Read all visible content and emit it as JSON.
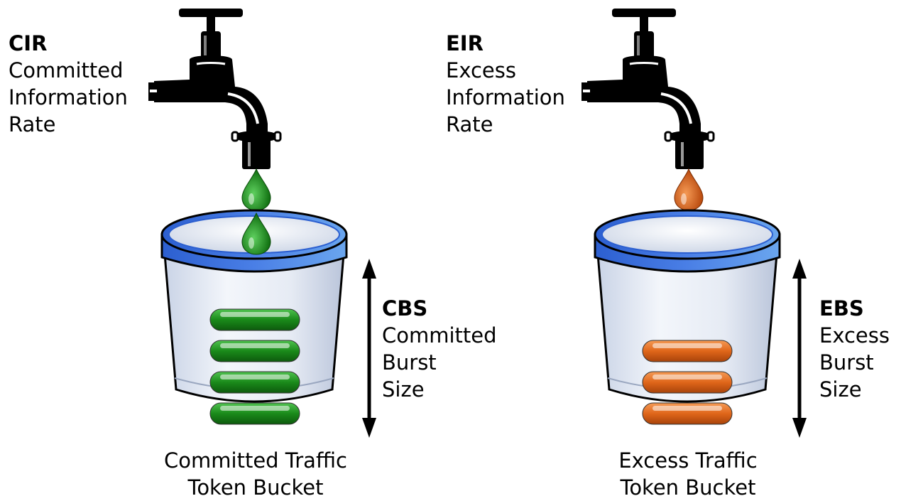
{
  "committed": {
    "rate_label": {
      "abbr": "CIR",
      "lines": [
        "Committed",
        "Information",
        "Rate"
      ]
    },
    "burst_label": {
      "abbr": "CBS",
      "lines": [
        "Committed",
        "Burst",
        "Size"
      ]
    },
    "bucket_caption": [
      "Committed Traffic",
      "Token Bucket"
    ],
    "token_count": 4,
    "color": "#1a8a1a"
  },
  "excess": {
    "rate_label": {
      "abbr": "EIR",
      "lines": [
        "Excess",
        "Information",
        "Rate"
      ]
    },
    "burst_label": {
      "abbr": "EBS",
      "lines": [
        "Excess",
        "Burst",
        "Size"
      ]
    },
    "bucket_caption": [
      "Excess Traffic",
      "Token Bucket"
    ],
    "token_count": 3,
    "color": "#e0661a"
  },
  "colors": {
    "bucket_rim": "#3b6fd6",
    "tap": "#000000",
    "arrow": "#000000"
  },
  "icons": [
    "faucet-icon",
    "water-drop-icon",
    "bucket-icon",
    "token-icon",
    "double-arrow-icon"
  ]
}
